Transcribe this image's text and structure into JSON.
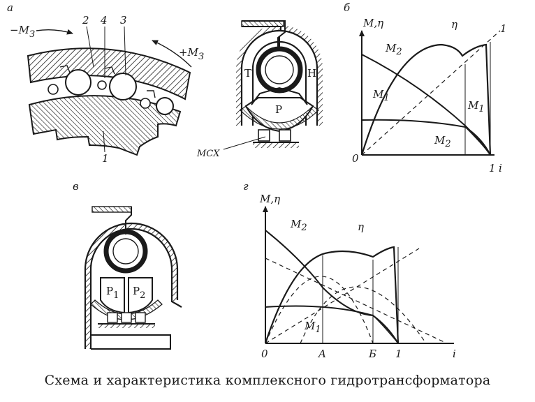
{
  "caption": "Схема и характеристика комплексного гидротрансформатора",
  "panels": {
    "a": {
      "letter": "а",
      "moment_neg": "−M",
      "moment_pos": "+M",
      "moment_sub": "З",
      "callouts": [
        "1",
        "2",
        "3",
        "4"
      ]
    },
    "center": {
      "label_T": "Т",
      "label_H": "Н",
      "label_P": "Р",
      "label_MCX": "МСХ"
    },
    "b": {
      "letter": "б",
      "y_axis": "M,η",
      "x_axis": "i",
      "origin": "0",
      "x_tick_1": "1",
      "top_right_label": "1",
      "label_eta": "η",
      "label_M2_top": "M",
      "label_M2_top_sub": "2",
      "label_M1_left": "M",
      "label_M1_left_sub": "1",
      "label_M1_right": "M",
      "label_M1_right_sub": "1",
      "label_M2_bottom": "M",
      "label_M2_bottom_sub": "2"
    },
    "v": {
      "letter": "в",
      "label_P1": "P",
      "label_P1_sub": "1",
      "label_P2": "P",
      "label_P2_sub": "2"
    },
    "g": {
      "letter": "г",
      "y_axis": "M,η",
      "x_axis": "i",
      "origin": "0",
      "tick_A": "A",
      "tick_B": "Б",
      "tick_1": "1",
      "label_eta": "η",
      "label_M2": "M",
      "label_M2_sub": "2",
      "label_M1": "M",
      "label_M1_sub": "1"
    }
  }
}
